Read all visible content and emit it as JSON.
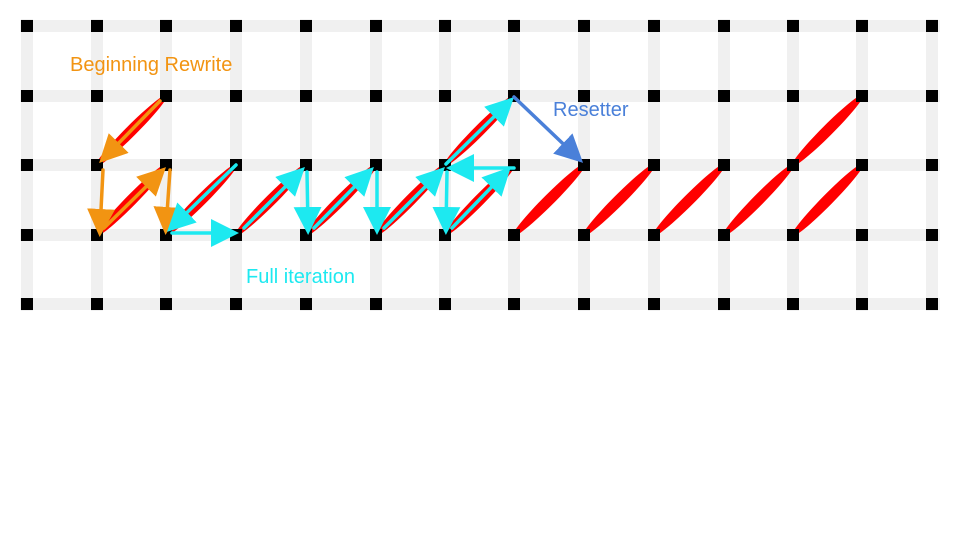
{
  "labels": {
    "beginning_rewrite": "Beginning Rewrite",
    "resetter": "Resetter",
    "full_iteration": "Full iteration"
  },
  "colors": {
    "background": "#ffffff",
    "grid_line": "#f0f0f0",
    "grid_node": "#000000",
    "stitch": "#ff0000",
    "beginning_rewrite": "#f29412",
    "resetter": "#4a80d9",
    "full_iteration": "#1de9f0",
    "full_iteration_accent": "#3ec3d8"
  },
  "icons": {
    "grid_node": "square",
    "stitch": "ellipse",
    "path": "arrow"
  }
}
